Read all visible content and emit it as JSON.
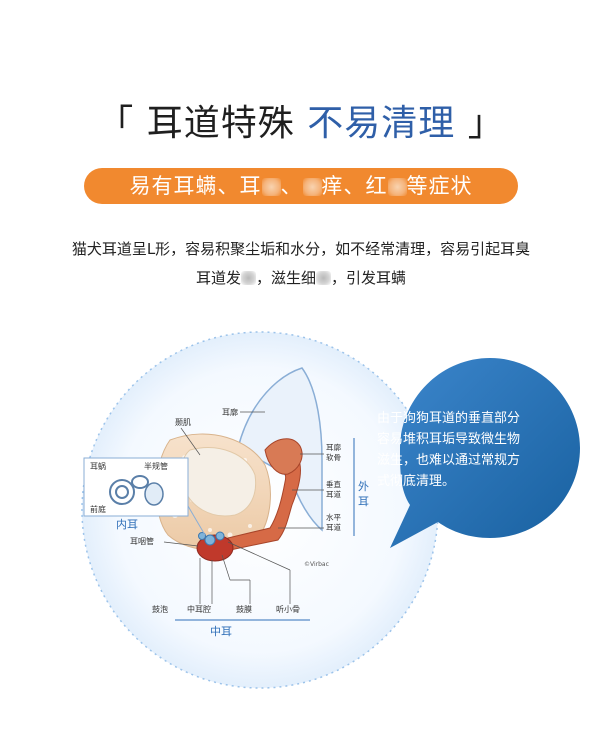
{
  "title": {
    "open_bracket": "「",
    "part1": "耳道特殊",
    "part2": "不易清理",
    "close_bracket": "」"
  },
  "subtitle": {
    "seg1": "易有耳螨、耳",
    "seg2": "、",
    "seg3": "痒、红",
    "seg4": "等症状"
  },
  "description": {
    "line1": "猫犬耳道呈L形，容易积聚尘垢和水分，如不经常清理，容易引起耳臭",
    "line2_a": "耳道发",
    "line2_b": "，滋生细",
    "line2_c": "，引发耳螨"
  },
  "bubble": {
    "lines": [
      "由于狗狗耳道的垂直部分",
      "容易堆积耳垢导致微生物",
      "滋生，也难以通过常规方",
      "式彻底清理。"
    ],
    "color": "#1f6fb8"
  },
  "diagram_labels": {
    "skull": "颞肌",
    "pinna": "耳廓",
    "cartilage": "耳廓软骨",
    "vertical_canal": "垂直耳道",
    "horizontal_canal": "水平耳道",
    "outer_ear": "外耳",
    "inner_ear": "内耳",
    "middle_ear": "中耳",
    "cochlea": "耳蜗",
    "semicircular": "半规管",
    "vestibule": "前庭",
    "eustachian": "耳咽管",
    "bulla": "鼓泡",
    "tympanic_cavity": "中耳腔",
    "eardrum": "鼓膜",
    "ossicles": "听小骨",
    "credit": "©Virbac"
  },
  "colors": {
    "accent_blue": "#2f5fa8",
    "orange": "#f1892f",
    "bubble_blue": "#1f6fb8"
  }
}
